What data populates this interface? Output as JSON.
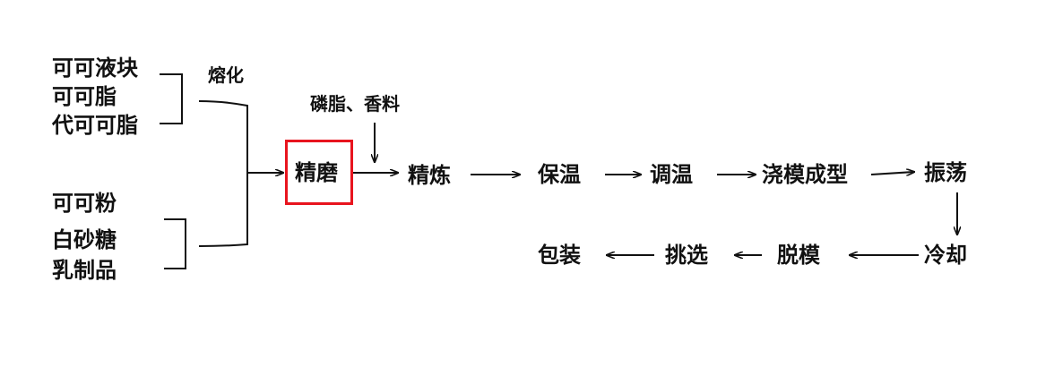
{
  "inputs_group1": [
    "可可液块",
    "可可脂",
    "代可可脂"
  ],
  "inputs_group2": [
    "可可粉",
    "白砂糖",
    "乳制品"
  ],
  "melt_label": "熔化",
  "additives_label": "磷脂、香料",
  "steps": {
    "refining_grind": "精磨",
    "conching": "精炼",
    "holding": "保温",
    "tempering": "调温",
    "molding": "浇模成型",
    "vibrating": "振荡",
    "cooling": "冷却",
    "demolding": "脱模",
    "sorting": "挑选",
    "packaging": "包装"
  },
  "highlight_color": "#e8141e"
}
